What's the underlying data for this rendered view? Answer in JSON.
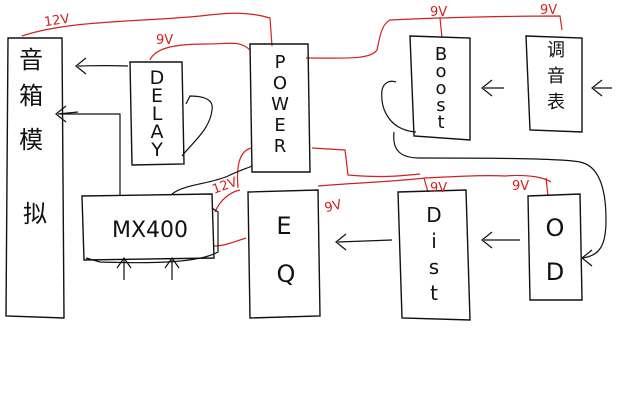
{
  "diagram": {
    "blocks": {
      "amp": "音箱模拟",
      "delay": "DELAY",
      "power": "POWER",
      "boost": "Boost",
      "tuner": "调音表",
      "mx400": "MX400",
      "eq_top": "E",
      "eq_bottom": "Q",
      "dist": "Dist",
      "od": "OD"
    },
    "voltages": {
      "v12_top": "12V",
      "v9_delay": "9V",
      "v9_boost": "9V",
      "v9_tuner": "9V",
      "v12_mx": "12V",
      "v9_eq": "9V",
      "v9_dist": "9V",
      "v9_od": "9V"
    }
  },
  "colors": {
    "ink": "#111111",
    "power_wire": "#d42020"
  }
}
